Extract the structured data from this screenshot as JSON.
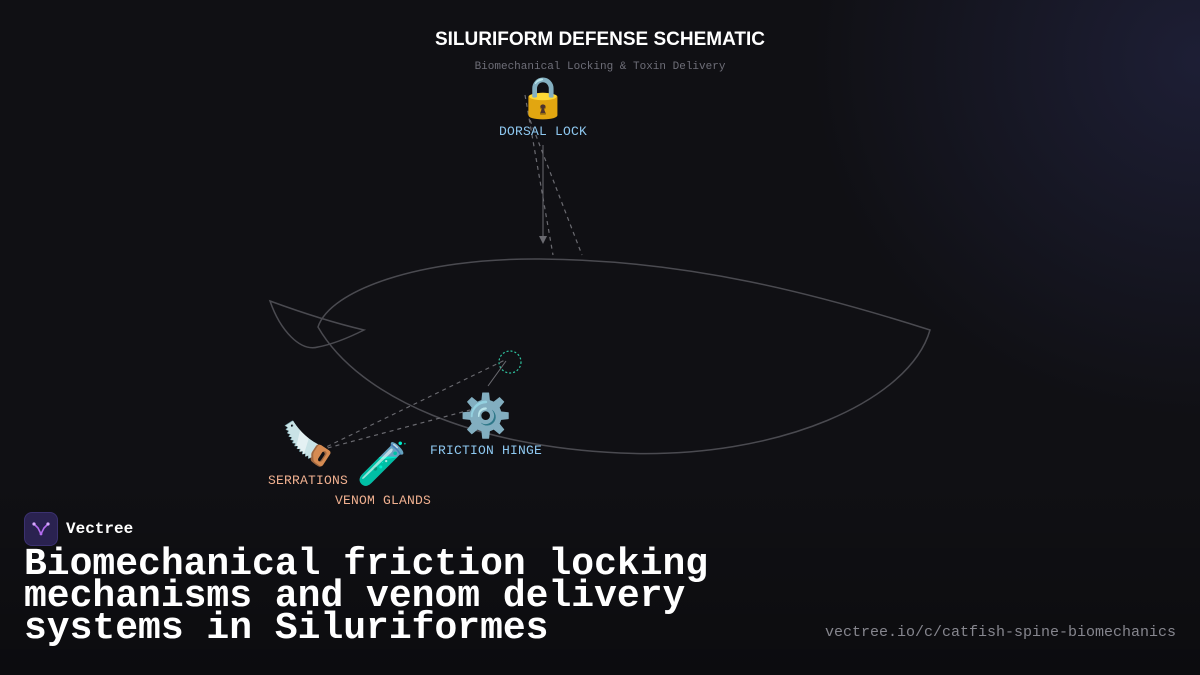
{
  "diagram": {
    "title": "SILURIFORM DEFENSE SCHEMATIC",
    "subtitle": "Biomechanical Locking & Toxin Delivery",
    "nodes": {
      "dorsal_lock": {
        "icon": "lock-icon",
        "glyph": "🔒",
        "label": "DORSAL LOCK",
        "color": "#8ec8f0"
      },
      "friction_hinge": {
        "icon": "gear-icon",
        "glyph": "⚙️",
        "label": "FRICTION HINGE",
        "color": "#8ec8f0"
      },
      "serrations": {
        "icon": "saw-icon",
        "glyph": "🪚",
        "label": "SERRATIONS",
        "color": "#f0b090"
      },
      "venom_glands": {
        "icon": "test-tube-icon",
        "glyph": "🧪",
        "label": "VENOM GLANDS",
        "color": "#f0b090"
      }
    },
    "colors": {
      "outline": "#4a4a50",
      "connector": "#6a6a70",
      "hinge_marker": "#2fc4a0"
    }
  },
  "brand": {
    "name": "Vectree",
    "logo": "vectree-logo-icon",
    "logo_color": "#b56cf0"
  },
  "headline": "Biomechanical friction locking mechanisms and venom delivery systems in Siluriformes",
  "url": "vectree.io/c/catfish-spine-biomechanics"
}
